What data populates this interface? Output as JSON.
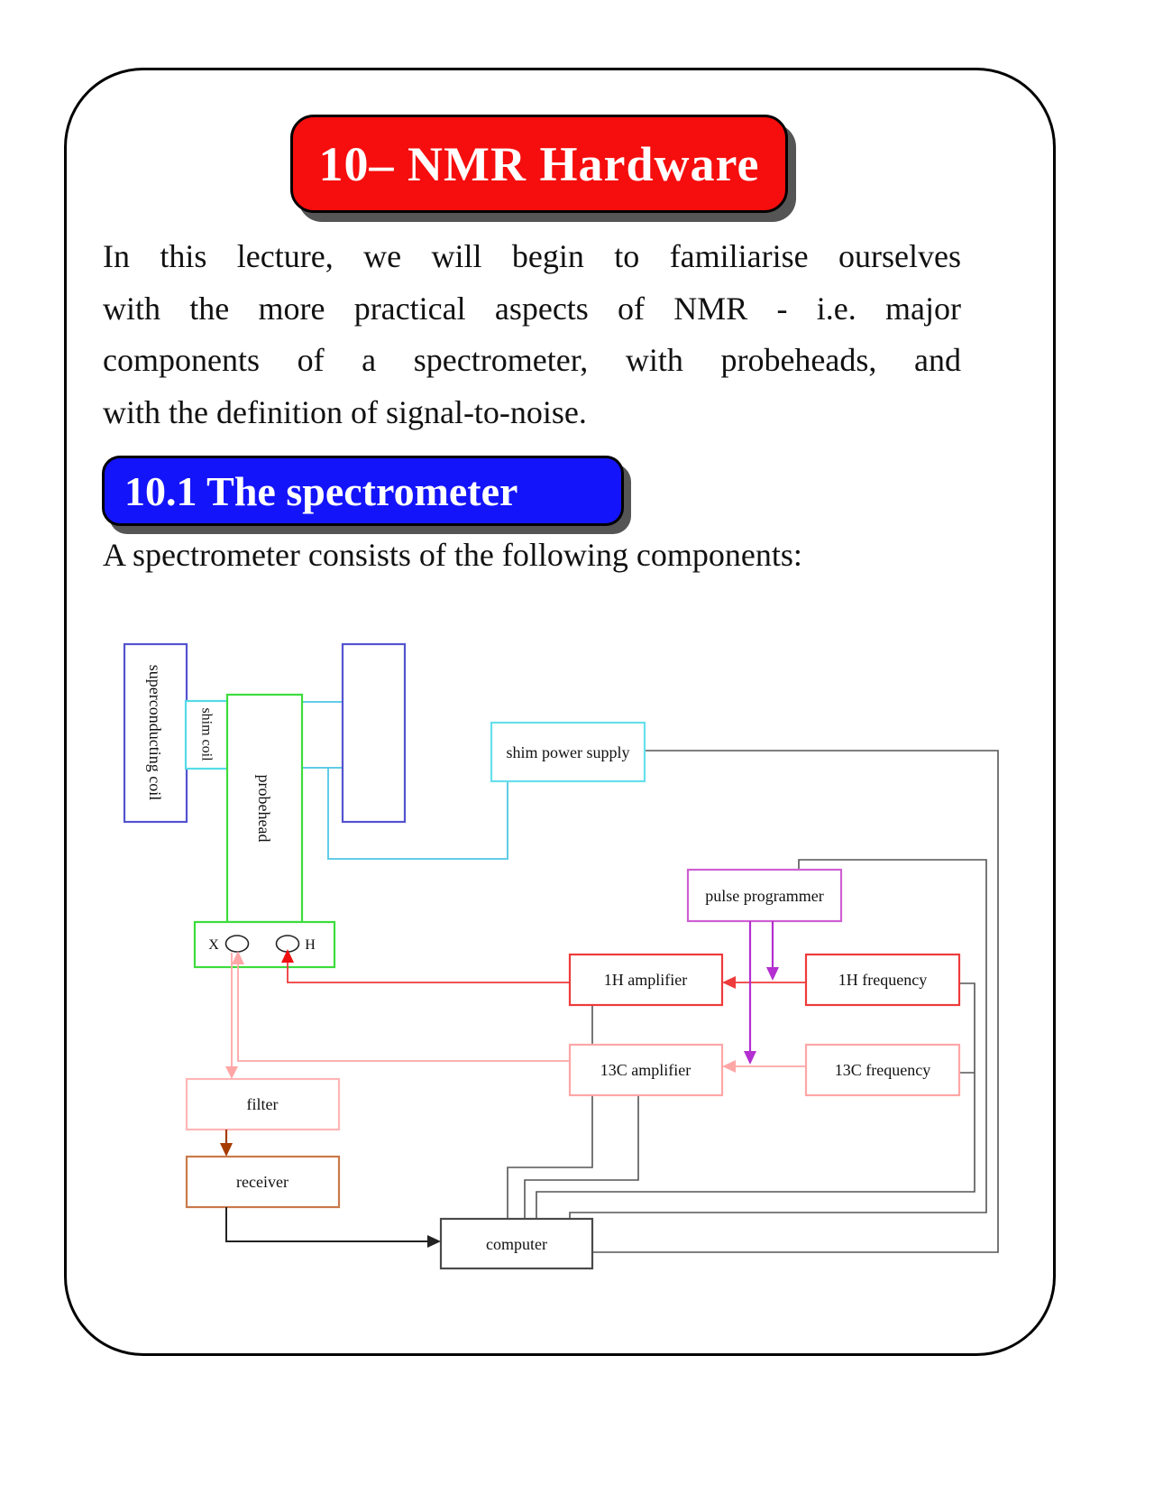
{
  "title_box": {
    "label": "10– NMR Hardware",
    "bg": "#f60d0d",
    "border": "#000000",
    "shadow": "#555555"
  },
  "intro": {
    "lines": [
      "In this lecture, we will begin to familiarise ourselves",
      "with the more practical aspects of NMR - i.e. major",
      "components of a spectrometer, with probeheads, and",
      "with the definition of signal-to-noise."
    ]
  },
  "section_box": {
    "label": "10.1 The spectrometer",
    "bg": "#1414fa",
    "border": "#000000",
    "shadow": "#555555"
  },
  "lead": "A spectrometer consists of the following components:",
  "diagram": {
    "labels": {
      "superconducting_coil": "superconducting coil",
      "shim_coil": "shim coil",
      "probehead": "probehead",
      "shim_power_supply": "shim power supply",
      "pulse_programmer": "pulse programmer",
      "h1_amplifier": "1H amplifier",
      "h1_frequency": "1H frequency",
      "c13_amplifier": "13C amplifier",
      "c13_frequency": "13C frequency",
      "filter": "filter",
      "receiver": "receiver",
      "computer": "computer",
      "coil_x": "X",
      "coil_h": "H"
    },
    "colors": {
      "magnet_blue": "#5353cf",
      "shim_cyan": "#55dbe8",
      "probe_green": "#3cdc3c",
      "pulse_magenta": "#cf5fd3",
      "h1_red": "#ee3b3b",
      "c13_pink": "#ffa6a6",
      "filter_pink": "#ffb6b6",
      "receiver_brown": "#c97a4a",
      "wire_gray": "#555555",
      "arrow_magenta": "#b32fd0",
      "arrow_rust": "#a63b00",
      "wire_cyan": "#62cce8"
    },
    "connections": [
      "shim coil – shim power supply (cyan wire)",
      "shim power supply – computer (gray wire)",
      "pulse programmer – computer (gray wire)",
      "pulse programmer → 1H amplifier input (magenta arrow)",
      "pulse programmer → 13C amplifier input (magenta arrow)",
      "1H frequency → 1H amplifier (red arrow)",
      "1H amplifier → H coil (red arrow)",
      "13C frequency → 13C amplifier (pink arrow)",
      "13C amplifier → X coil (pink arrow)",
      "X coil → filter (pink arrow)",
      "filter → receiver (dark red arrow)",
      "receiver → computer (black arrow)",
      "1H frequency / 13C frequency – computer (gray wire)",
      "1H amplifier – computer (gray wire)",
      "13C amplifier – computer (gray wire)"
    ]
  }
}
